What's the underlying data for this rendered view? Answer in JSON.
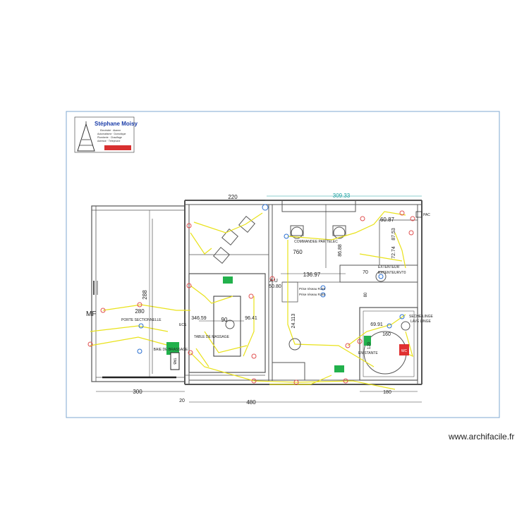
{
  "logo": {
    "name": "Stéphane Moisy",
    "lines": [
      "Electricité · Alarme",
      "Automatisme · Domotique",
      "Plomberie · Chauffage",
      "Adresse · Téléphone"
    ]
  },
  "watermark": "www.archifacile.fr",
  "colors": {
    "frame": "#7fa8d0",
    "wall": "#555555",
    "wire": "#e9e21a",
    "point": "#e05050",
    "accent": "#1aa0a0",
    "green": "#22b14c"
  },
  "dimensions": {
    "d220": "220",
    "d309": "309.33",
    "d760": "760",
    "d288": "288",
    "d280": "280",
    "d300": "300",
    "d20": "20",
    "d480": "480",
    "d180": "180",
    "d6087": "60.87",
    "d8753": "87.53",
    "d7274": "72.74",
    "d8688": "86.88",
    "d70": "70",
    "d13697": "136.97",
    "d5080": "50.80",
    "d34659": "346.59",
    "d90": "90",
    "d9641": "96.41",
    "d24113": "24.113",
    "d6991": "69.91",
    "d160": "160",
    "d120": "120",
    "d80": "80"
  },
  "labels": {
    "commande": "COMMANDEE PAR TELEC",
    "porte": "PORTE SECTIONNELLE",
    "mf": "MF",
    "table": "TABLE DE MASSAGE",
    "baie": "BAIE DE BRASSAGE",
    "au": "A.U",
    "prise1": "Prise réseau RJ45",
    "prise2": "Prise réseau RJ45",
    "extenteur1": "EXTENTEUR",
    "extenteur2": "EXTENTEURVT0",
    "seche": "SECHE-LINGE",
    "lave": "LAVE LINGE",
    "enstante": "EN STANTE",
    "pac": "PAC",
    "ecs": "ECS",
    "wc": "WC",
    "tab": "TAB"
  }
}
